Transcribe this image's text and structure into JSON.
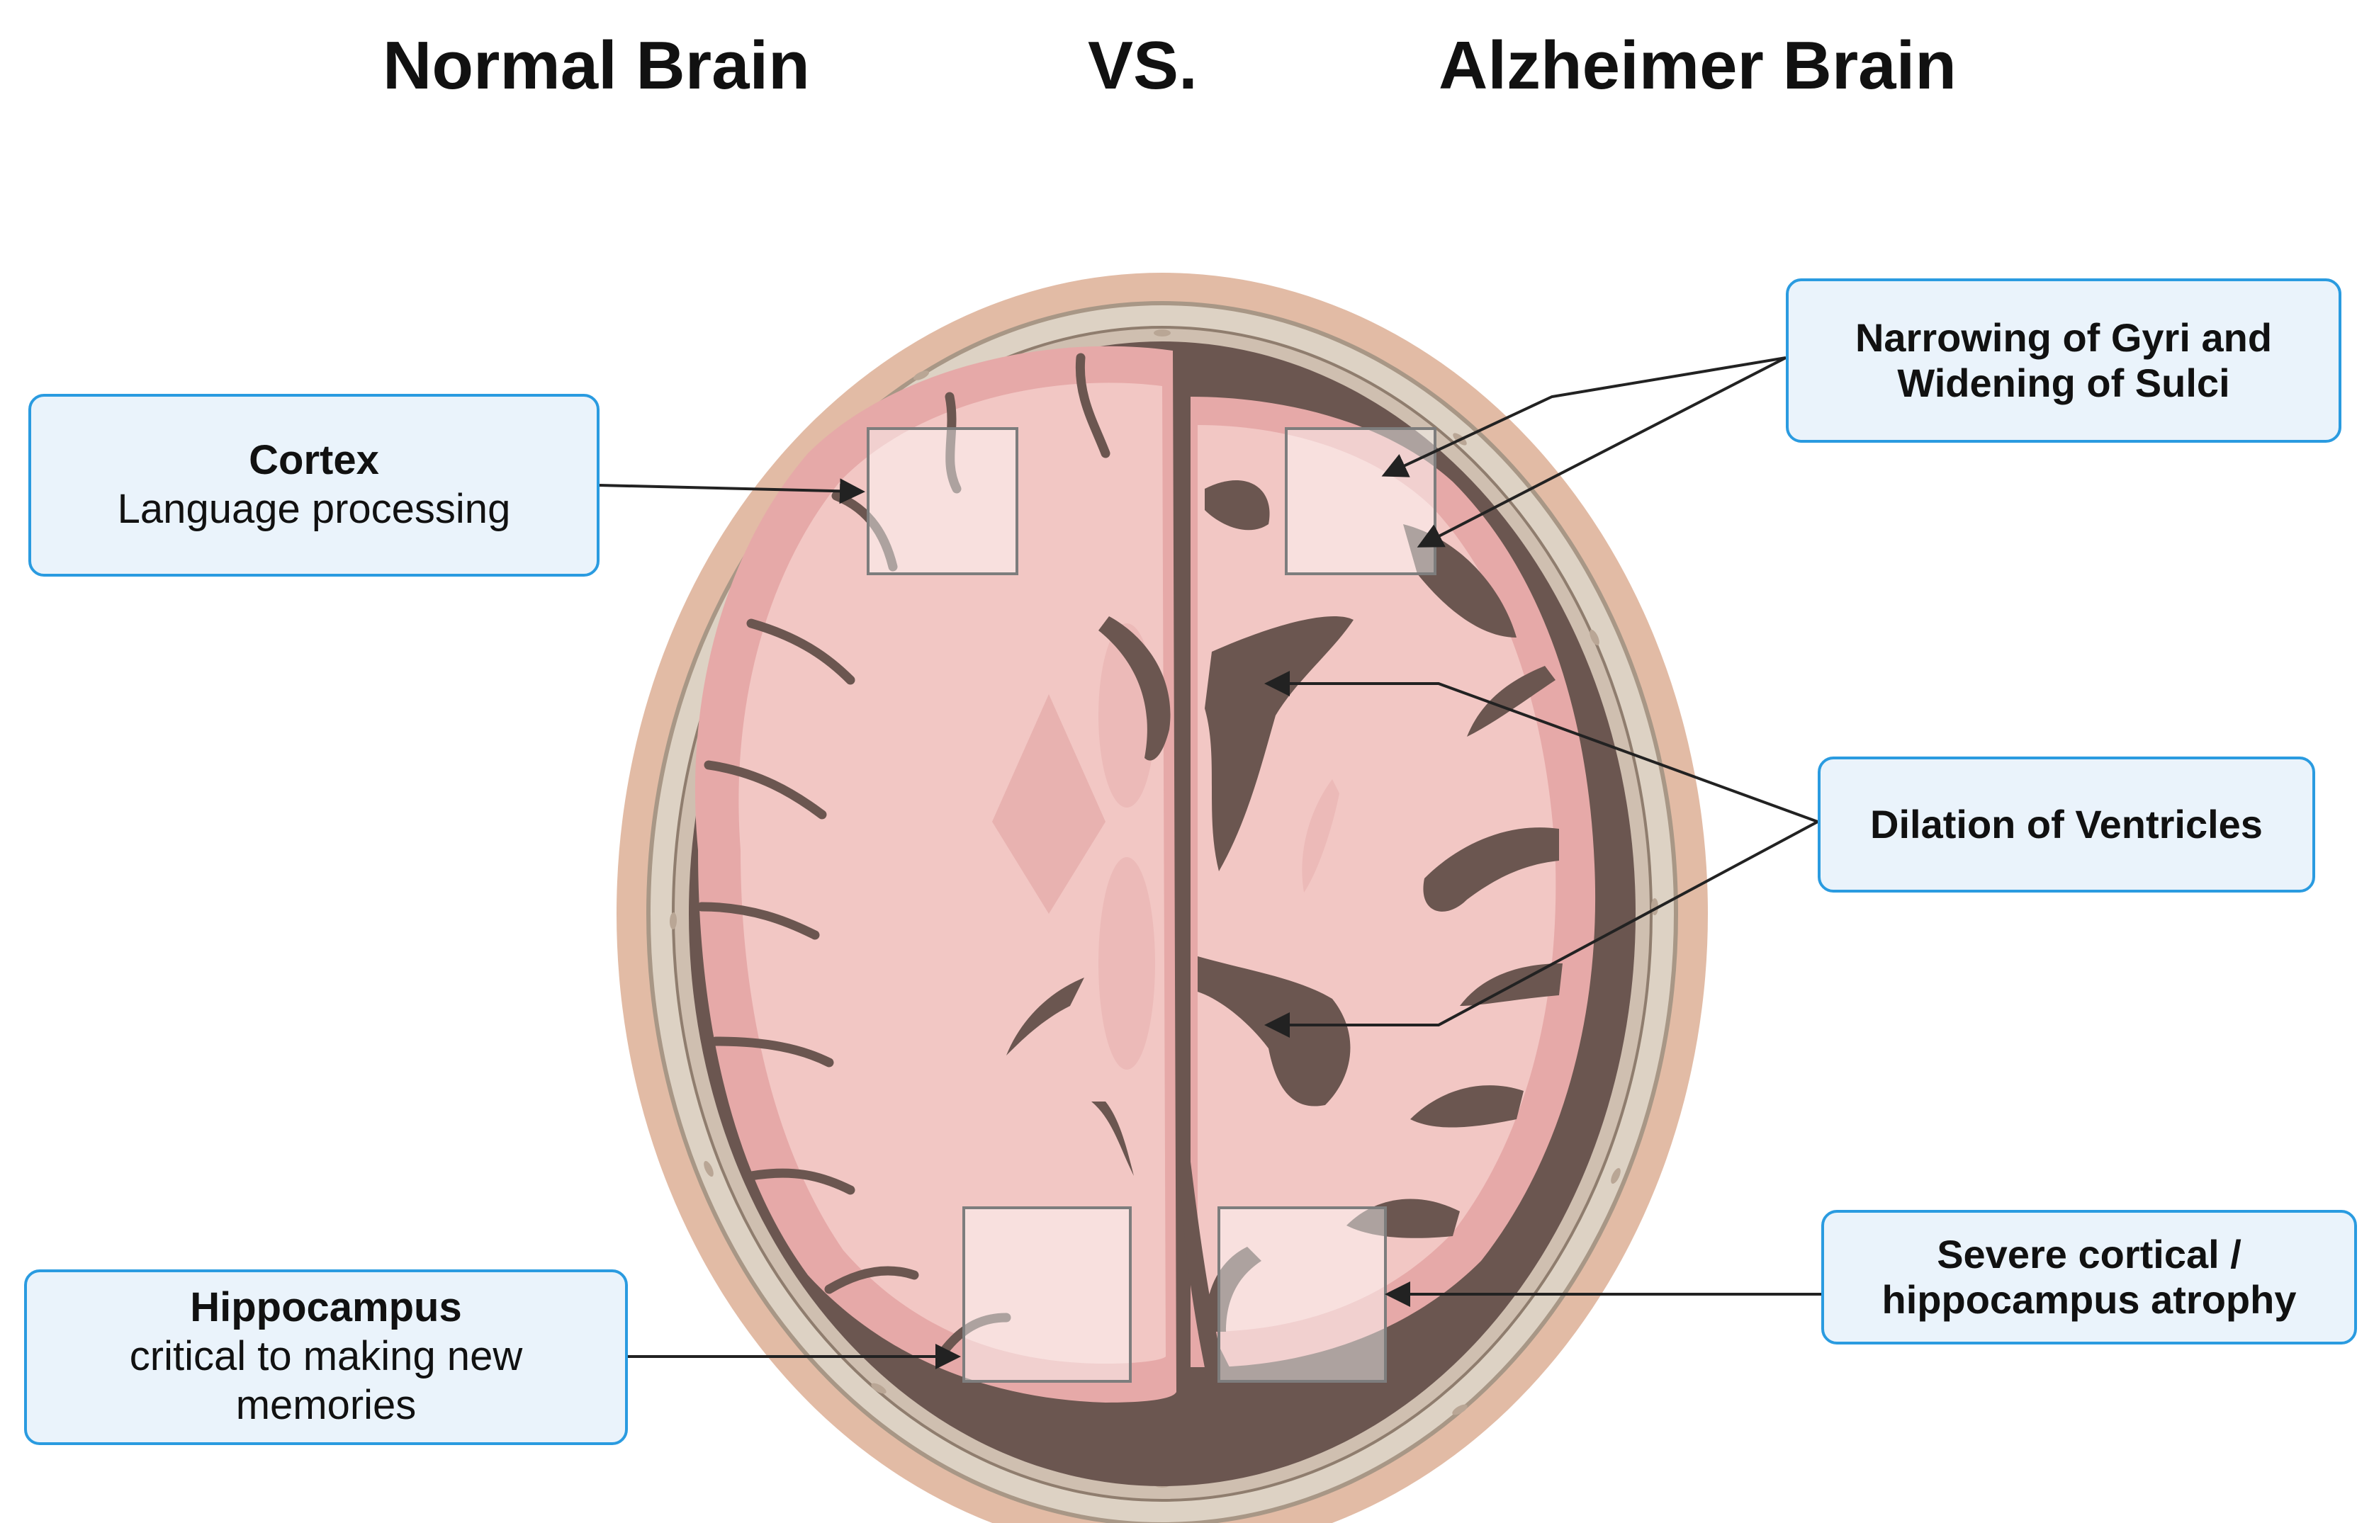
{
  "titles": {
    "normal": "Normal Brain",
    "vs": "VS.",
    "alzheimer": "Alzheimer Brain"
  },
  "labels": {
    "cortex": {
      "heading": "Cortex",
      "description": "Language processing"
    },
    "hippocampus": {
      "heading": "Hippocampus",
      "description_line1": "critical to making new",
      "description_line2": "memories"
    },
    "gyri": {
      "line1": "Narrowing of Gyri and",
      "line2": "Widening of Sulci"
    },
    "ventricles": {
      "text": "Dilation of Ventricles"
    },
    "atrophy": {
      "line1": "Severe cortical /",
      "line2": "hippocampus atrophy"
    }
  },
  "colors": {
    "skull_outer": "#e2bba5",
    "skull_bone": "#ddd2c4",
    "csf_dark": "#6b5650",
    "brain_pink": "#f2c7c4",
    "gray_matter": "#e6a9a8",
    "box_border": "#2a9be0",
    "box_fill": "#eaf3fb"
  }
}
